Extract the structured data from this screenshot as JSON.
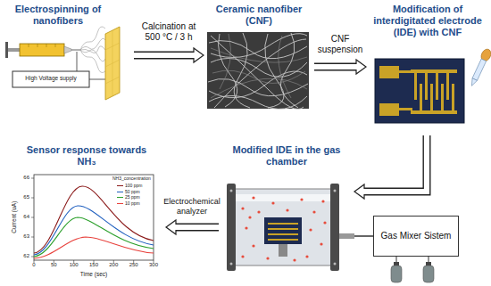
{
  "diagram": {
    "nodes": [
      {
        "text": [
          "Electrospinning of nanofibers"
        ]
      },
      {
        "text": [
          "Ceramic nanofiber (CNF)"
        ]
      },
      {
        "text": [
          "Modification of interdigitated electrode (IDE) with CNF"
        ]
      },
      {
        "text": [
          "Sensor response towards NH₃"
        ]
      },
      {
        "text": [
          "Modified IDE in the gas chamber"
        ]
      },
      {
        "text": [
          "Gas Mixer Sistem"
        ]
      }
    ],
    "edges": [
      {
        "from": 0,
        "to": 1,
        "arrow": "to",
        "label": "Calcination at 500 °C / 3 h"
      },
      {
        "from": 1,
        "to": 2,
        "arrow": "to",
        "label": "CNF suspension"
      },
      {
        "from": 2,
        "to": 4,
        "arrow": "to"
      },
      {
        "from": 4,
        "to": 3,
        "arrow": "to",
        "label": "Electrochemical analyzer"
      },
      {
        "from": 5,
        "to": 4,
        "arrow": "none"
      }
    ],
    "labels": [
      "High Voltage supply",
      "Current (uA)",
      "Time (sec)",
      "0",
      "50",
      "100",
      "150",
      "200",
      "250",
      "300",
      "62",
      "63",
      "64",
      "65",
      "66",
      "NH3_concentration"
    ],
    "legend": [
      {
        "text": "100 ppm"
      },
      {
        "text": "50 ppm"
      },
      {
        "text": "25 ppm"
      },
      {
        "text": "10 ppm"
      }
    ]
  }
}
